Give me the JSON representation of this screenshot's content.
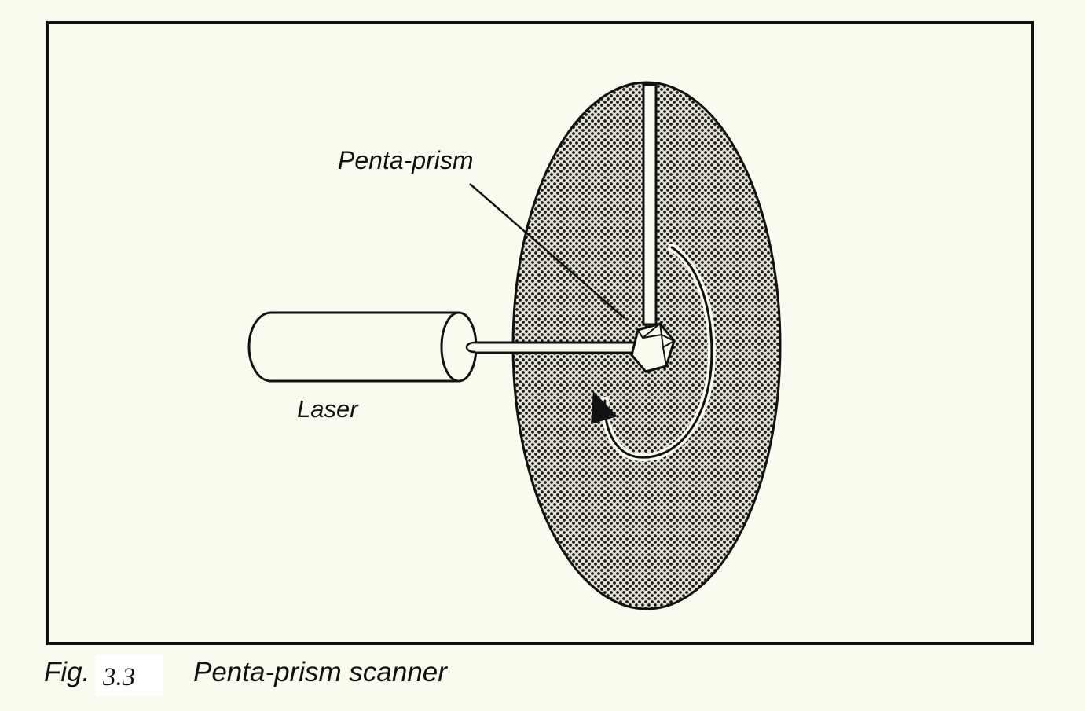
{
  "diagram": {
    "labels": {
      "penta_prism": "Penta-prism",
      "laser": "Laser"
    },
    "caption": {
      "prefix": "Fig.",
      "number": "3.3",
      "title": "Penta-prism scanner"
    },
    "colors": {
      "background": "#fbfaee",
      "ink": "#111111",
      "disc_fill": "#d6d3c8"
    }
  }
}
